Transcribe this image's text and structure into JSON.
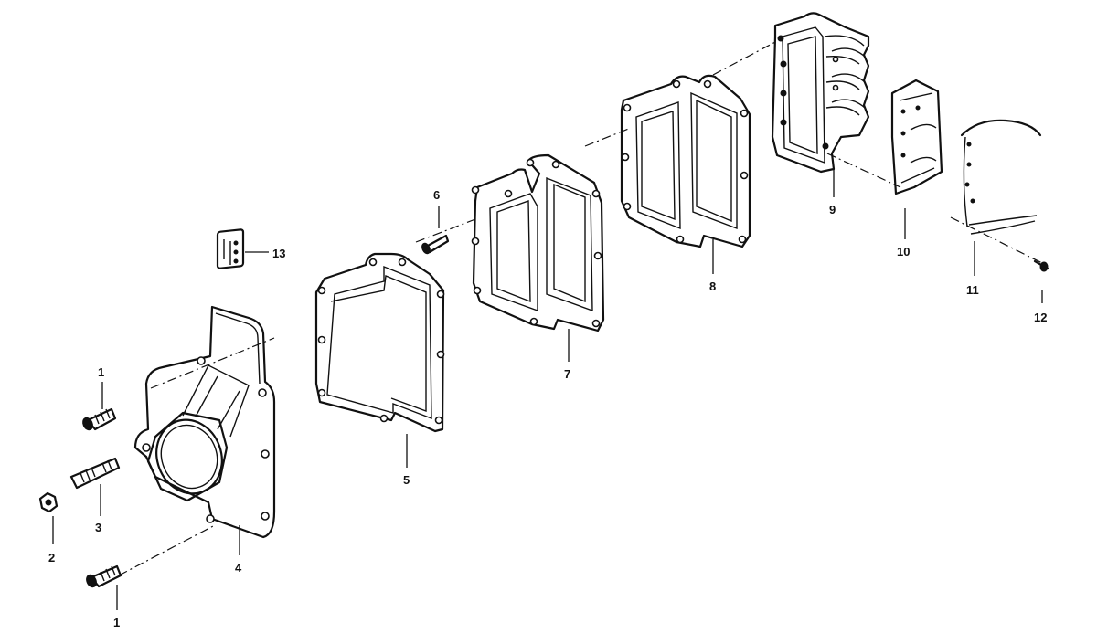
{
  "callouts": [
    {
      "id": "c1a",
      "label": "1"
    },
    {
      "id": "c1b",
      "label": "1"
    },
    {
      "id": "c2",
      "label": "2"
    },
    {
      "id": "c3",
      "label": "3"
    },
    {
      "id": "c4",
      "label": "4"
    },
    {
      "id": "c5",
      "label": "5"
    },
    {
      "id": "c6",
      "label": "6"
    },
    {
      "id": "c7",
      "label": "7"
    },
    {
      "id": "c8",
      "label": "8"
    },
    {
      "id": "c9",
      "label": "9"
    },
    {
      "id": "c10",
      "label": "10"
    },
    {
      "id": "c11",
      "label": "11"
    },
    {
      "id": "c12",
      "label": "12"
    },
    {
      "id": "c13",
      "label": "13"
    }
  ]
}
